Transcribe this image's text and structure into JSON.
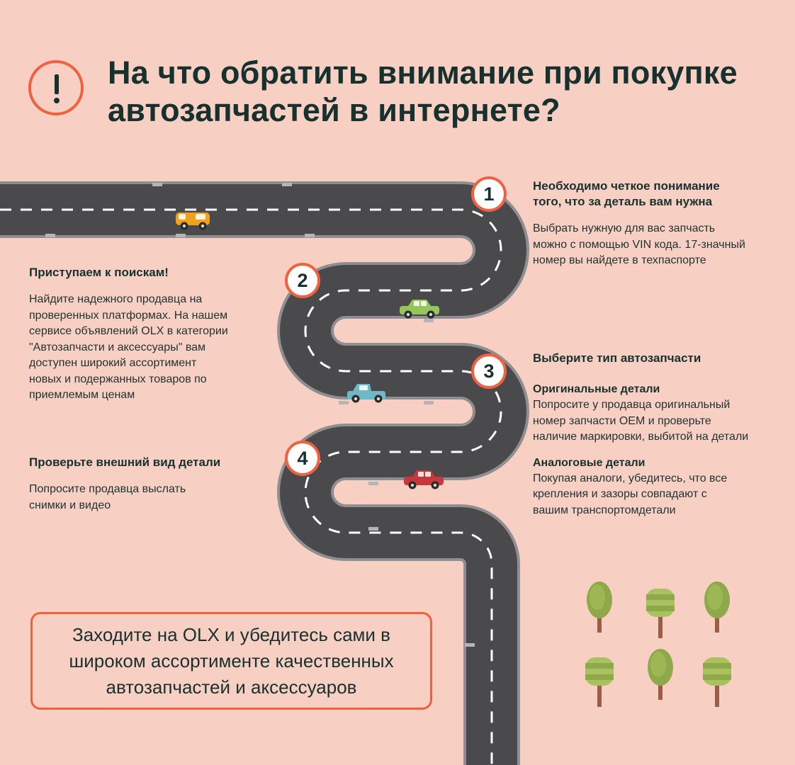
{
  "title": {
    "line1": "На что обратить внимание при покупке",
    "line2": "автозапчастей в интернете?"
  },
  "icons": {
    "alert": "exclamation-circle-icon"
  },
  "colors": {
    "background": "#f8cfc3",
    "accent": "#f2613f",
    "road": "#4a4a4c",
    "text": "#17312f"
  },
  "steps": [
    {
      "number": "1",
      "heading": [
        "Необходимо четкое понимание",
        "того, что за деталь вам нужна"
      ],
      "body": [
        "Выбрать нужную для вас запчасть",
        "можно с помощью VIN кода. 17-значный",
        "номер вы найдете в техпаспорте"
      ]
    },
    {
      "number": "2",
      "heading": [
        "Приступаем к поискам!"
      ],
      "body": [
        "Найдите надежного продавца на",
        "проверенных платформах. На нашем",
        "сервисе объявлений OLX в категории",
        "\"Автозапчасти и аксессуары\" вам",
        "доступен широкий ассортимент",
        "новых и подержанных товаров по",
        "приемлемым ценам"
      ]
    },
    {
      "number": "3",
      "heading": [
        "Выберите тип автозапчасти"
      ],
      "sub": [
        {
          "heading": "Оригинальные детали",
          "body": [
            "Попросите у продавца оригинальный",
            "номер запчасти OEM и проверьте",
            "наличие маркировки, выбитой на детали"
          ]
        },
        {
          "heading": "Аналоговые детали",
          "body": [
            "Покупая аналоги, убедитесь, что все",
            "крепления и зазоры совпадают с",
            "вашим транспортомдетали"
          ]
        }
      ]
    },
    {
      "number": "4",
      "heading": [
        "Проверьте внешний вид детали"
      ],
      "body": [
        "Попросите продавца выслать",
        "снимки и видео"
      ]
    }
  ],
  "cta": {
    "lines": [
      "Заходите на OLX и убедитесь сами в",
      "широком ассортименте качественных",
      "автозапчастей и аксессуаров"
    ]
  },
  "cars": [
    {
      "name": "orange-van-icon",
      "color": "#f0a21c"
    },
    {
      "name": "green-car-icon",
      "color": "#97c55b"
    },
    {
      "name": "blue-pickup-icon",
      "color": "#6fb8c6"
    },
    {
      "name": "red-car-icon",
      "color": "#c8373a"
    }
  ],
  "trees": [
    {
      "name": "round-tree-icon"
    },
    {
      "name": "layered-tree-icon"
    },
    {
      "name": "round-tree-icon"
    },
    {
      "name": "layered-tree-icon"
    },
    {
      "name": "round-tree-icon"
    },
    {
      "name": "layered-tree-icon"
    }
  ]
}
